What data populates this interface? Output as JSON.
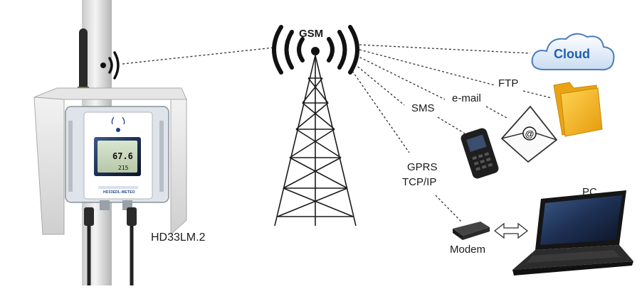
{
  "labels": {
    "gsm": "GSM",
    "cloud": "Cloud",
    "ftp": "FTP",
    "email": "e-mail",
    "sms": "SMS",
    "gprs": "GPRS",
    "tcpip": "TCP/IP",
    "modem": "Modem",
    "pc": "PC",
    "device": "HD33LM.2"
  },
  "device_screen": {
    "value_top": "67.6",
    "value_bottom": "215",
    "brand": "HD33EDL-METEO"
  },
  "colors": {
    "cloud_text": "#1f5fb0",
    "folder": "#f2b21a",
    "line": "#333333"
  }
}
